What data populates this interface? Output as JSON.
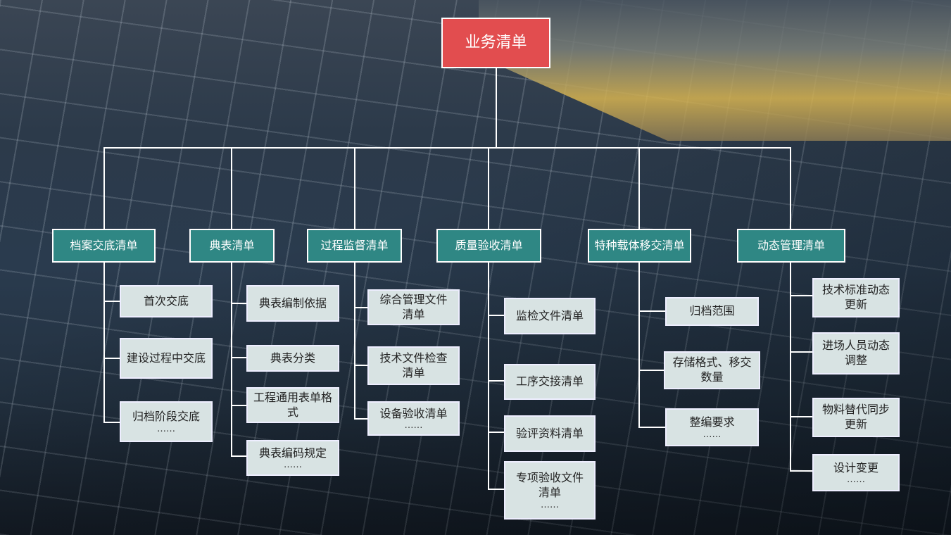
{
  "root": "业务清单",
  "ellipsis": "……",
  "columns": [
    {
      "title": "档案交底清单",
      "items": [
        "首次交底",
        "建设过程中交底",
        "归档阶段交底"
      ]
    },
    {
      "title": "典表清单",
      "items": [
        "典表编制依据",
        "典表分类",
        "工程通用表单格式",
        "典表编码规定"
      ]
    },
    {
      "title": "过程监督清单",
      "items": [
        "综合管理文件清单",
        "技术文件检查清单",
        "设备验收清单"
      ]
    },
    {
      "title": "质量验收清单",
      "items": [
        "监检文件清单",
        "工序交接清单",
        "验评资料清单",
        "专项验收文件清单"
      ]
    },
    {
      "title": "特种载体移交清单",
      "items": [
        "归档范围",
        "存储格式、移交数量",
        "整编要求"
      ]
    },
    {
      "title": "动态管理清单",
      "items": [
        "技术标准动态更新",
        "进场人员动态调整",
        "物料替代同步更新",
        "设计变更"
      ]
    }
  ]
}
